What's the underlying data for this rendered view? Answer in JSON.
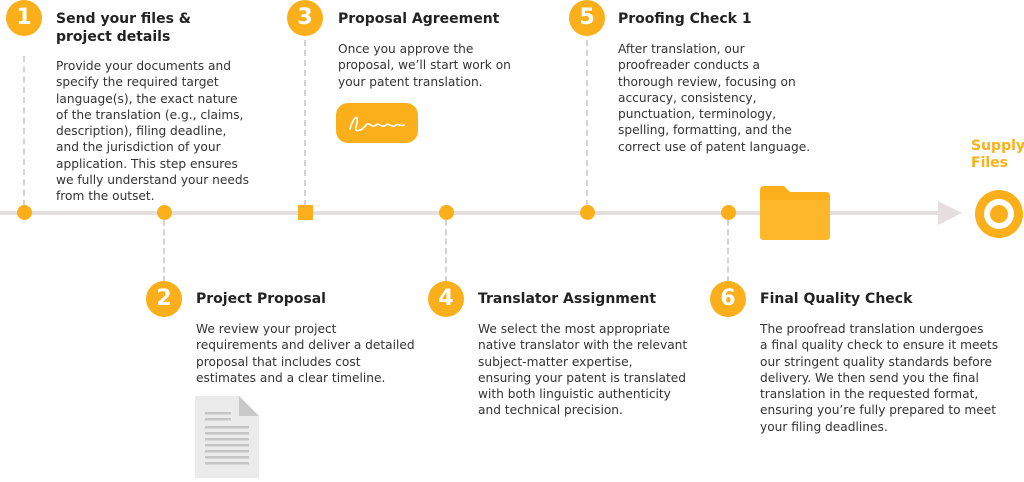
{
  "steps": [
    {
      "number": "1",
      "title": "Send your files &\nproject details",
      "body": "Provide your documents and\nspecify the required target\nlanguage(s), the exact nature\nof the translation (e.g., claims,\ndescription), filing deadline,\nand the jurisdiction of your\napplication. This step ensures\nwe fully understand your needs\nfrom the outset."
    },
    {
      "number": "2",
      "title": "Project Proposal",
      "body": "We review your project\nrequirements and deliver a detailed\nproposal that includes cost\nestimates and a clear timeline."
    },
    {
      "number": "3",
      "title": "Proposal Agreement",
      "body": "Once you approve the\nproposal, we’ll start work on\nyour patent translation."
    },
    {
      "number": "4",
      "title": "Translator Assignment",
      "body": "We select the most appropriate\nnative translator with the relevant\nsubject-matter expertise,\nensuring your patent is translated\nwith both linguistic authenticity\nand technical precision."
    },
    {
      "number": "5",
      "title": "Proofing Check 1",
      "body": "After translation, our\nproofreader conducts a\nthorough review, focusing on\naccuracy, consistency,\npunctuation, terminology,\nspelling, formatting, and the\ncorrect use of patent language."
    },
    {
      "number": "6",
      "title": "Final Quality Check",
      "body": "The proofread translation undergoes\na final quality check to ensure it meets\nour stringent quality standards before\ndelivery. We then send you the final\ntranslation in the requested format,\nensuring you’re fully prepared to meet\nyour filing deadlines."
    }
  ],
  "end_label": "Supply\nFiles",
  "colors": {
    "accent": "#fbb01b",
    "line": "#e6dfe0",
    "text": "#333333"
  },
  "icons": [
    "signature-icon",
    "document-icon",
    "folder-icon",
    "target-icon"
  ]
}
